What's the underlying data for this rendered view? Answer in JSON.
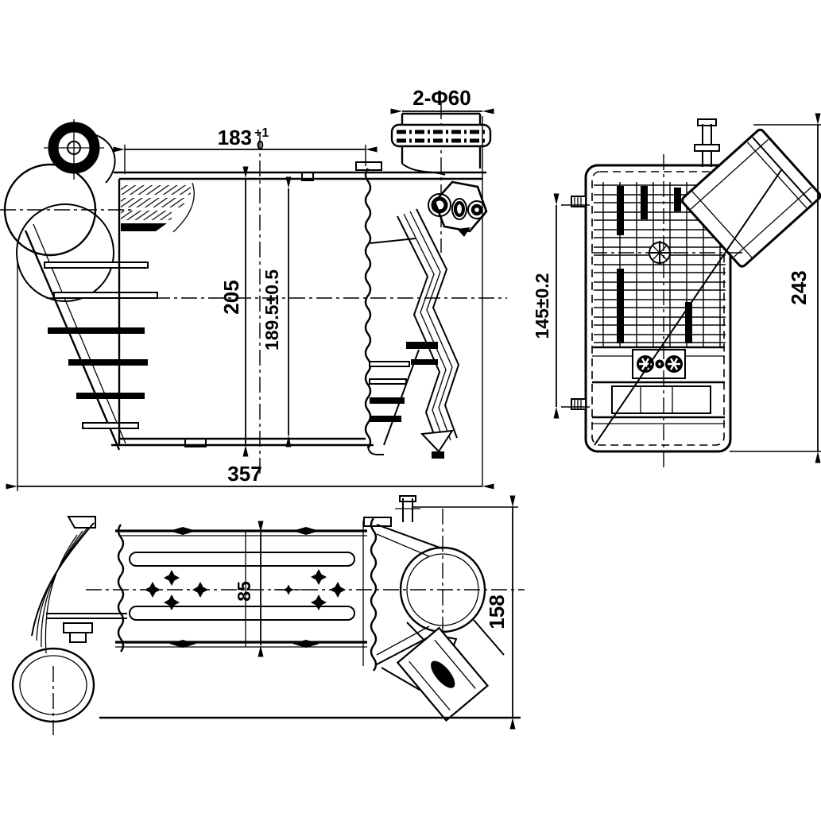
{
  "title": "Intercooler engineering drawing - three orthographic views",
  "colors": {
    "background": "#ffffff",
    "line": "#000000"
  },
  "views": {
    "front": {
      "name": "front view"
    },
    "side": {
      "name": "side view"
    },
    "bottom": {
      "name": "bottom view"
    }
  },
  "dims": {
    "core_width": {
      "value": "183",
      "tol_upper": "+1",
      "tol_lower": "0"
    },
    "pipe_diameter": {
      "value": "2-Φ60"
    },
    "tank_height": {
      "value": "205"
    },
    "core_height": {
      "value": "189.5±0.5"
    },
    "overall_width": {
      "value": "357"
    },
    "mount_pin_span": {
      "value": "145±0.2"
    },
    "side_overall_height": {
      "value": "243"
    },
    "core_depth": {
      "value": "85"
    },
    "bottom_overall_depth": {
      "value": "158"
    }
  }
}
